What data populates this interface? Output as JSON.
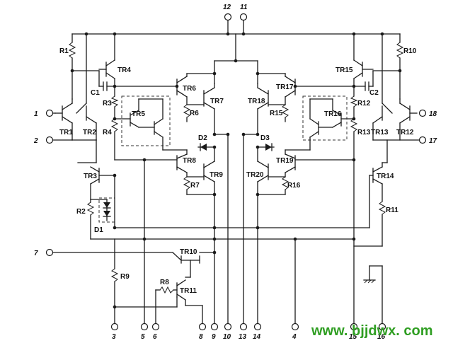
{
  "colors": {
    "line": "#1a1a1a",
    "background": "#ffffff",
    "watermark": "#2f9e22"
  },
  "watermark": "www. bjjdwx. com",
  "transistors": {
    "tr1": "TR1",
    "tr2": "TR2",
    "tr3": "TR3",
    "tr4": "TR4",
    "tr5": "TR5",
    "tr6": "TR6",
    "tr7": "TR7",
    "tr8": "TR8",
    "tr9": "TR9",
    "tr10": "TR10",
    "tr11": "TR11",
    "tr12": "TR12",
    "tr13": "TR13",
    "tr14": "TR14",
    "tr15": "TR15",
    "tr16": "TR16",
    "tr17": "TR17",
    "tr18": "TR18",
    "tr19": "TR19",
    "tr20": "TR20"
  },
  "resistors": {
    "r1": "R1",
    "r2": "R2",
    "r3": "R3",
    "r4": "R4",
    "r6": "R6",
    "r7": "R7",
    "r8": "R8",
    "r9": "R9",
    "r10": "R10",
    "r11": "R11",
    "r12": "R12",
    "r13": "R13",
    "r15": "R15",
    "r16": "R16"
  },
  "capacitors": {
    "c1": "C1",
    "c2": "C2"
  },
  "diodes": {
    "d1": "D1",
    "d2": "D2",
    "d3": "D3"
  },
  "pins": {
    "p1": "1",
    "p2": "2",
    "p3": "3",
    "p4": "4",
    "p5": "5",
    "p6": "6",
    "p7": "7",
    "p8": "8",
    "p9": "9",
    "p10": "10",
    "p11": "11",
    "p12": "12",
    "p13": "13",
    "p14": "14",
    "p15": "15",
    "p16": "16",
    "p17": "17",
    "p18": "18"
  }
}
